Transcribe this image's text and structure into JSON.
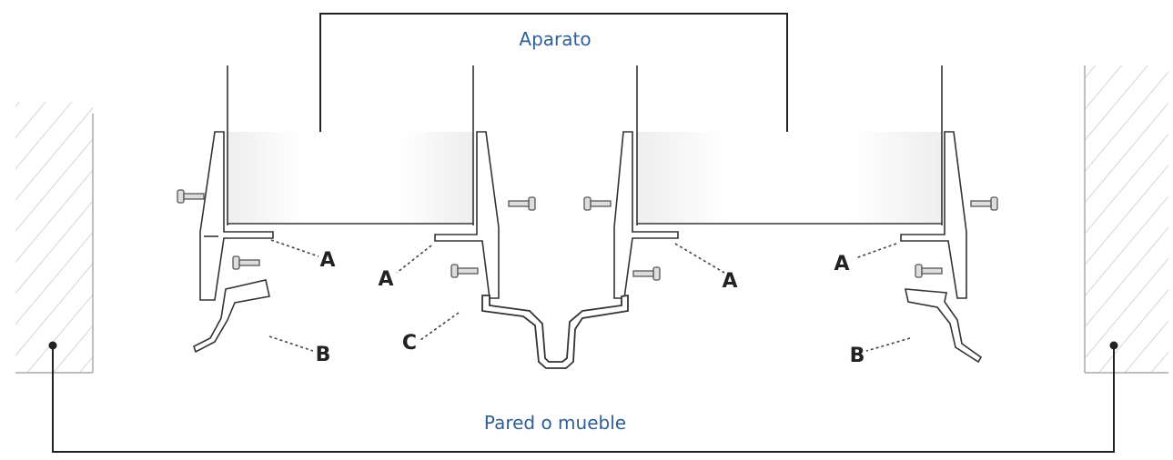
{
  "labels": {
    "appliance": "Aparato",
    "wall": "Pared o mueble",
    "part_a": "A",
    "part_b": "B",
    "part_c": "C"
  },
  "colors": {
    "text_accent": "#2f5f96",
    "line": "#222222",
    "hatch": "#c9c9c9"
  }
}
